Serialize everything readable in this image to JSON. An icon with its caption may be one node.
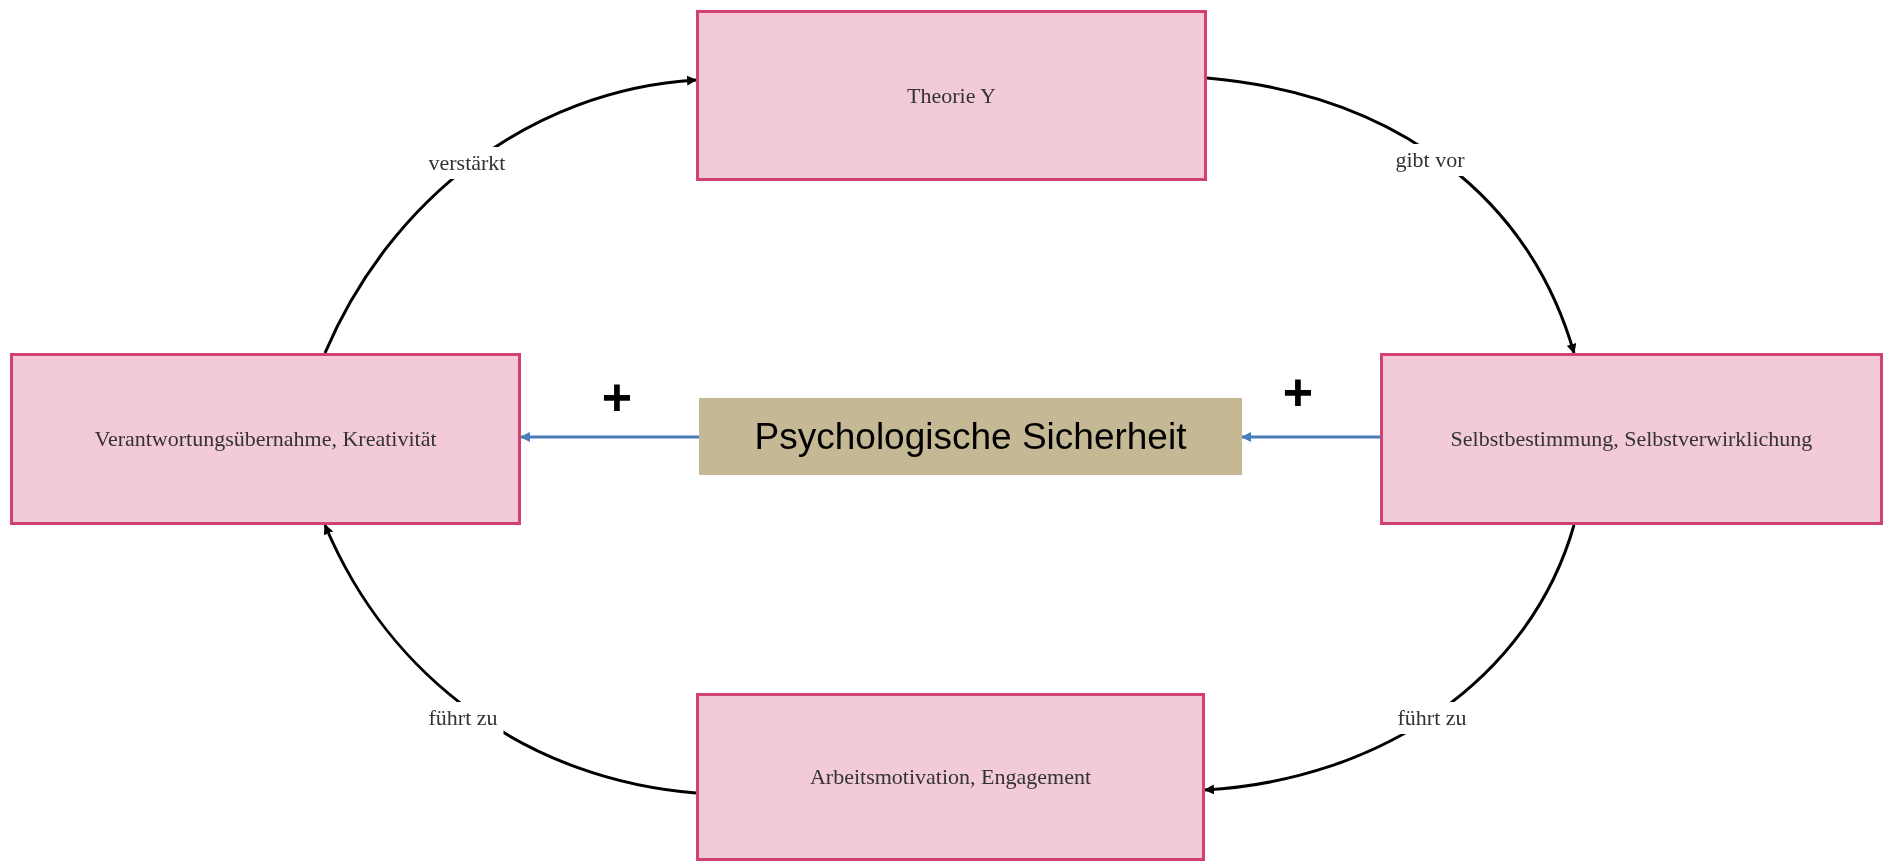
{
  "diagram": {
    "nodes": [
      {
        "text": [
          "Theorie Y"
        ]
      },
      {
        "text": [
          "Verantwortungsübernahme, Kreativität"
        ]
      },
      {
        "text": [
          "Psychologische Sicherheit"
        ]
      },
      {
        "text": [
          "Selbstbestimmung, Selbstverwirklichung"
        ]
      },
      {
        "text": [
          "Arbeitsmotivation, Engagement"
        ]
      }
    ],
    "edges": [
      {
        "from": 0,
        "to": 3,
        "arrow": "to",
        "label": "gibt vor"
      },
      {
        "from": 3,
        "to": 4,
        "arrow": "to",
        "label": "führt zu"
      },
      {
        "from": 4,
        "to": 1,
        "arrow": "to",
        "label": "führt zu"
      },
      {
        "from": 1,
        "to": 0,
        "arrow": "to",
        "label": "verstärkt"
      },
      {
        "from": 3,
        "to": 2,
        "arrow": "to",
        "color": "#4a7ebb"
      },
      {
        "from": 2,
        "to": 1,
        "arrow": "to",
        "color": "#4a7ebb"
      }
    ],
    "labels": [
      "+",
      "+"
    ]
  }
}
